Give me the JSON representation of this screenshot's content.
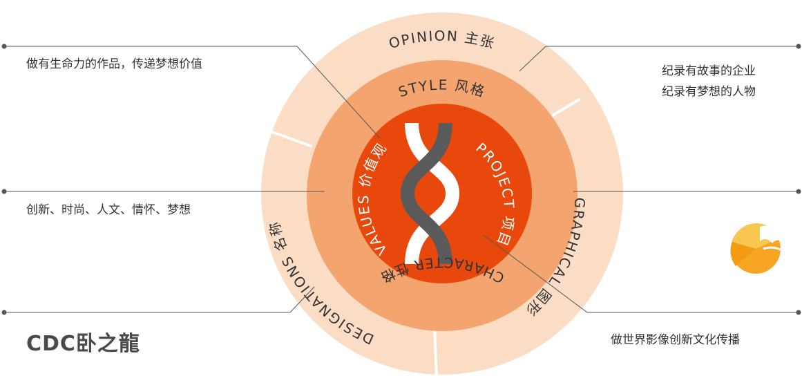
{
  "colors": {
    "outer_ring": "#fbdcc4",
    "middle_ring": "#f3a46f",
    "inner_circle": "#e8480c",
    "helix_dark": "#5a5a5a",
    "helix_light": "#ffffff",
    "line": "#555555",
    "text": "#333333"
  },
  "diagram": {
    "outer_ring": {
      "top": "OPINION 主张",
      "right": "GRAPHICAL 图形",
      "left": "DESIGNATIONS 名称"
    },
    "middle_ring": {
      "top": "STYLE 风格",
      "bottom": "CHARACTER 性格"
    },
    "inner_circle": {
      "left": "VALUES 价值观",
      "right": "PROJECT 项目"
    }
  },
  "notes": {
    "top_left": "做有生命力的作品，传递梦想价值",
    "top_right": [
      "纪录有故事的企业",
      "纪录有梦想的人物"
    ],
    "middle_left": "创新、时尚、人文、情怀、梦想",
    "bottom_right": "做世界影像创新文化传播"
  },
  "logo": {
    "text": "CDC卧之龍",
    "icon": "dragon-logo-icon"
  }
}
